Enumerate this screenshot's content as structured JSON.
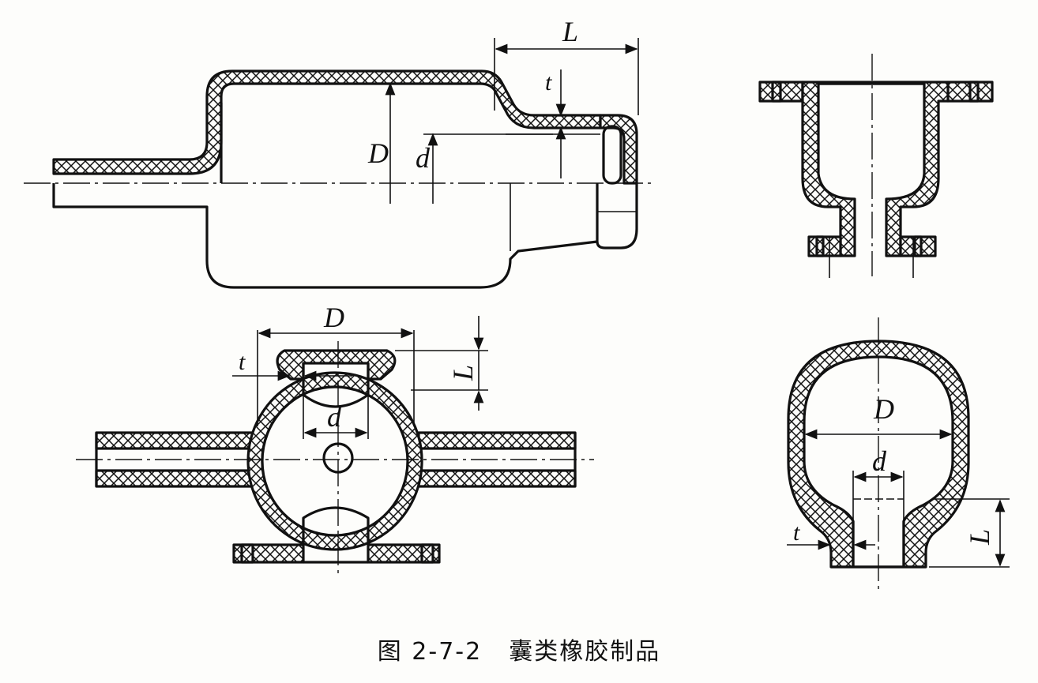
{
  "figure": {
    "number": "图 2-7-2",
    "title": "囊类橡胶制品"
  },
  "views": {
    "top_left": {
      "labels": {
        "D": "D",
        "d": "d",
        "L": "L",
        "t": "t"
      }
    },
    "top_right": {
      "labels": {}
    },
    "bottom_left": {
      "labels": {
        "D": "D",
        "d": "d",
        "L": "L",
        "t": "t"
      }
    },
    "bottom_right": {
      "labels": {
        "D": "D",
        "d": "d",
        "L": "L",
        "t": "t"
      }
    }
  },
  "colors": {
    "ink": "#111111",
    "paper": "#fdfdfb"
  }
}
